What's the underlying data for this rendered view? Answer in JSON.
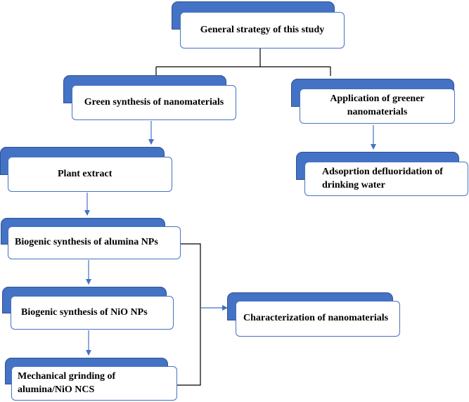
{
  "colors": {
    "accent": "#4472c4",
    "accent_border": "#2f528f",
    "connector": "#000000",
    "arrow": "#4472c4"
  },
  "nodes": {
    "general_strategy": "General strategy of this study",
    "green_synthesis": "Green synthesis of nanomaterials",
    "application": "Application of greener nanomaterials",
    "plant_extract": "Plant extract",
    "adsorption": "Adsoprtion defluoridation of drinking water",
    "alumina": "Biogenic synthesis of alumina NPs",
    "nio": "Biogenic synthesis of NiO NPs",
    "grinding": "Mechanical grinding of alumina/NiO NCS",
    "characterization": "Characterization of nanomaterials"
  }
}
